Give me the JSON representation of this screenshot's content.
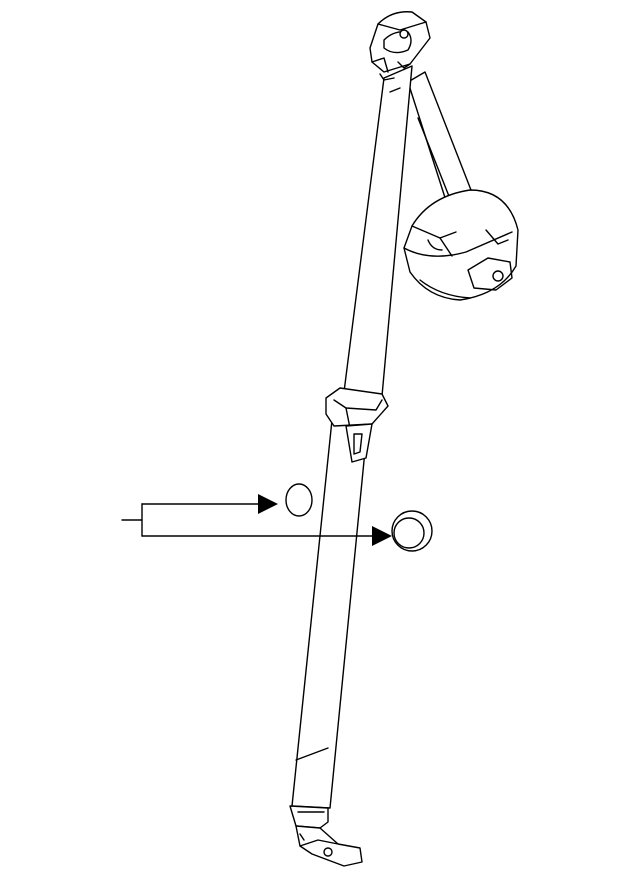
{
  "diagram": {
    "parts": [
      {
        "name": "anchor-plate-upper"
      },
      {
        "name": "belt-webbing"
      },
      {
        "name": "retractor"
      },
      {
        "name": "belt-guide"
      },
      {
        "name": "anchor-plate-lower"
      },
      {
        "name": "cap-outline"
      },
      {
        "name": "cap-solid"
      }
    ],
    "colors": {
      "line": "#000000",
      "background": "#ffffff"
    }
  }
}
